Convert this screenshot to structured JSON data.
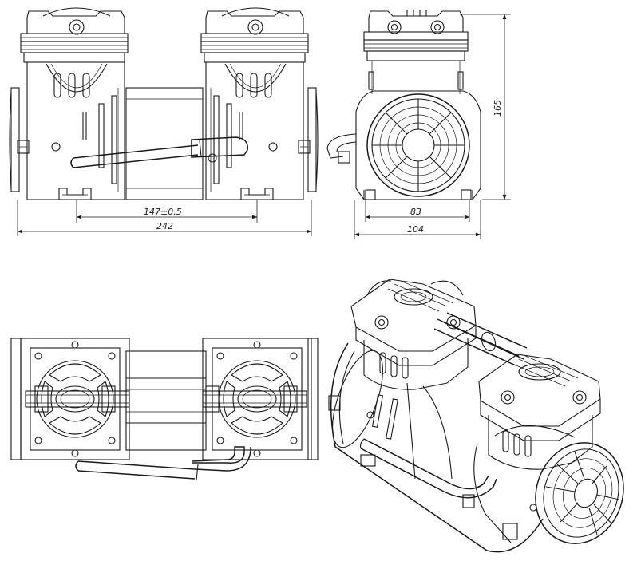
{
  "dimensions": {
    "mount_spacing": "147±0.5",
    "overall_length": "242",
    "fan_width": "83",
    "overall_width": "104",
    "overall_height": "165"
  },
  "views": {
    "front": "front-elevation",
    "side": "side-elevation",
    "top": "plan-view",
    "iso": "isometric-view"
  },
  "colors": {
    "line": "#1a1a1a",
    "background": "#ffffff"
  }
}
